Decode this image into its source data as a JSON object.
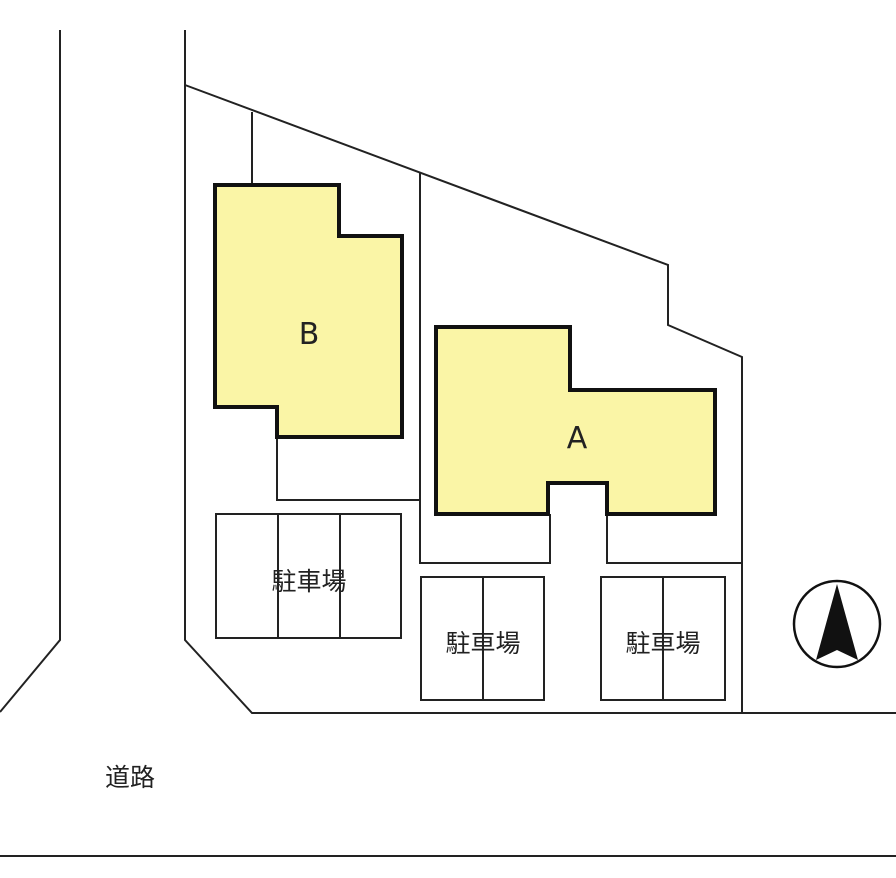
{
  "colors": {
    "building_fill": "#faf5a6",
    "line": "#222222",
    "background": "#ffffff"
  },
  "buildings": {
    "a_label": "A",
    "b_label": "B"
  },
  "parking": {
    "label_1": "駐車場",
    "label_2": "駐車場",
    "label_3": "駐車場"
  },
  "road": {
    "label": "道路"
  },
  "compass": {
    "icon": "north-arrow-icon"
  }
}
